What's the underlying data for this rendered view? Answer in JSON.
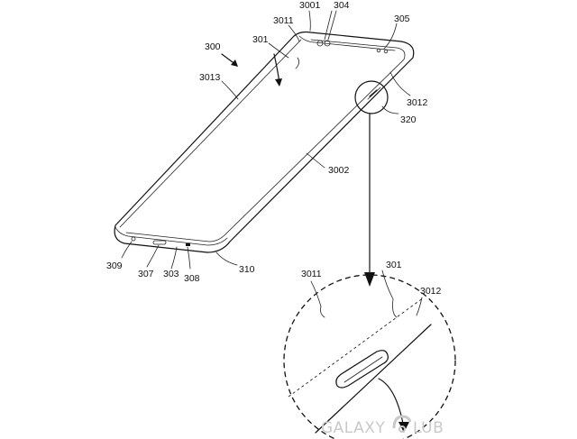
{
  "figure": {
    "ref_labels": {
      "r3001": "3001",
      "r304": "304",
      "r305": "305",
      "r3011": "3011",
      "r301": "301",
      "r300": "300",
      "r3013": "3013",
      "r3012": "3012",
      "r320": "320",
      "r3002": "3002",
      "r309": "309",
      "r307": "307",
      "r303": "303",
      "r308": "308",
      "r310": "310",
      "d3011": "3011",
      "d301": "301",
      "d3012": "3012"
    },
    "watermark": {
      "text_left": "GALAXY",
      "text_right": "LUB"
    },
    "colors": {
      "line": "#111111",
      "watermark": "#c9c9c9",
      "background": "#ffffff"
    }
  }
}
